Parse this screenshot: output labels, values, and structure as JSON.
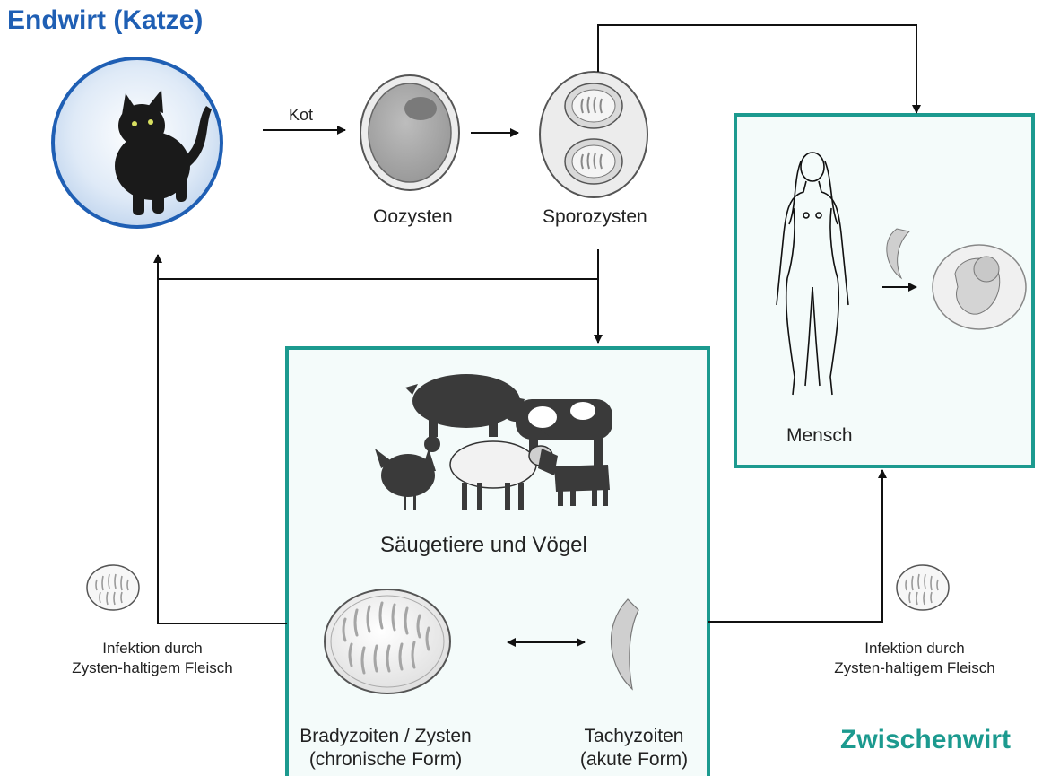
{
  "titles": {
    "definitive_host": "Endwirt (Katze)",
    "intermediate_host": "Zwischenwirt"
  },
  "labels": {
    "kot": "Kot",
    "oocysts": "Oozysten",
    "sporocysts": "Sporozysten",
    "human": "Mensch",
    "animals": "Säugetiere und Vögel",
    "bradyzoites_line1": "Bradyzoiten / Zysten",
    "bradyzoites_line2": "(chronische Form)",
    "tachyzoites_line1": "Tachyzoiten",
    "tachyzoites_line2": "(akute Form)",
    "infection_left_line1": "Infektion durch",
    "infection_left_line2": "Zysten-haltigem Fleisch",
    "infection_right_line1": "Infektion durch",
    "infection_right_line2": "Zysten-haltigem Fleisch"
  },
  "colors": {
    "blue": "#1f5fb4",
    "teal": "#1c9a8f",
    "box_fill": "#f3fbfa",
    "line": "#111111"
  },
  "icons": {
    "cat": "cat-illustration",
    "oocyst": "oocyst-icon",
    "sporocyst": "sporocyst-icon",
    "human": "woman-outline-illustration",
    "fetus": "fetus-illustration",
    "animals": "livestock-silhouettes",
    "cyst": "tissue-cyst-icon",
    "tachyzoite": "tachyzoite-icon"
  }
}
